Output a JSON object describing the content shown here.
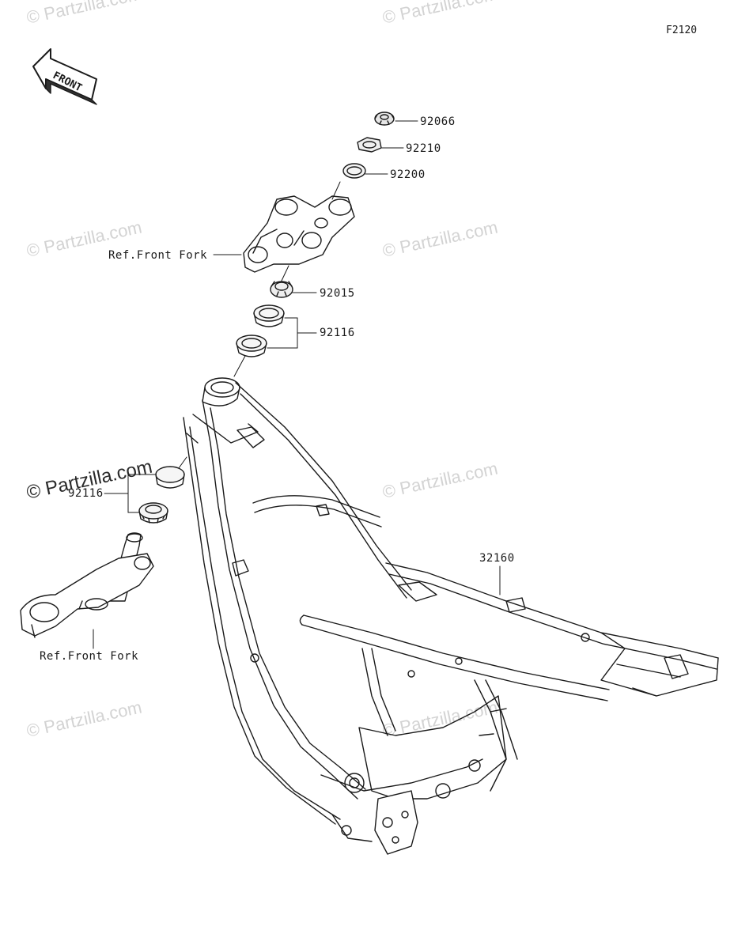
{
  "figure_code": "F2120",
  "front_arrow": {
    "text": "FRONT",
    "icon": "front-direction-arrow-icon"
  },
  "watermark": "© Partzilla.com",
  "parts": {
    "p92066": "92066",
    "p92210": "92210",
    "p92200": "92200",
    "p92015": "92015",
    "p92116_upper": "92116",
    "p92116_lower": "92116",
    "p32160": "32160"
  },
  "references": {
    "upper_fork": "Ref.Front Fork",
    "lower_fork": "Ref.Front Fork"
  },
  "components": {
    "steering_nut": "92066",
    "lock_nut": "92210",
    "washer": "92200",
    "stem_nut": "92015",
    "bearing": "92116",
    "frame": "32160"
  }
}
